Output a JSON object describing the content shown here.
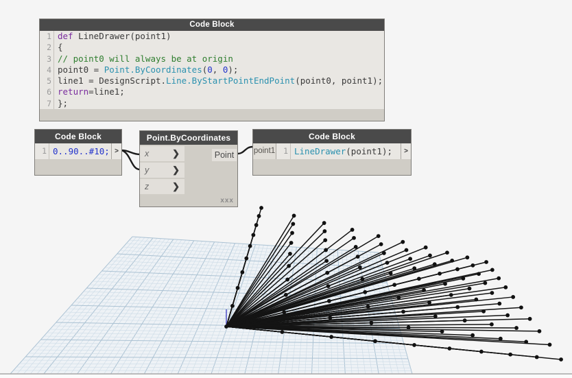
{
  "nodes": {
    "function_def": {
      "title": "Code Block",
      "lines": [
        [
          {
            "t": "def ",
            "c": "kw"
          },
          {
            "t": "LineDrawer(point1)",
            "c": "pl"
          }
        ],
        [
          {
            "t": "{",
            "c": "pl"
          }
        ],
        [
          {
            "t": "// point0 will always be at origin",
            "c": "cm"
          }
        ],
        [
          {
            "t": "point0 = ",
            "c": "pl"
          },
          {
            "t": "Point.ByCoordinates",
            "c": "ty"
          },
          {
            "t": "(",
            "c": "pl"
          },
          {
            "t": "0",
            "c": "nu"
          },
          {
            "t": ", ",
            "c": "pl"
          },
          {
            "t": "0",
            "c": "nu"
          },
          {
            "t": ");",
            "c": "pl"
          }
        ],
        [
          {
            "t": "line1 = DesignScript.",
            "c": "pl"
          },
          {
            "t": "Line.ByStartPointEndPoint",
            "c": "ty"
          },
          {
            "t": "(point0, point1);",
            "c": "pl"
          }
        ],
        [
          {
            "t": "return",
            "c": "kw"
          },
          {
            "t": "=line1;",
            "c": "pl"
          }
        ],
        [
          {
            "t": "};",
            "c": "pl"
          }
        ]
      ]
    },
    "range": {
      "title": "Code Block",
      "lines": [
        [
          {
            "t": "0..90..#10;",
            "c": "nu"
          }
        ]
      ],
      "output_label": ">"
    },
    "point_by_coordinates": {
      "title": "Point.ByCoordinates",
      "inputs": [
        {
          "label": "x"
        },
        {
          "label": "y"
        },
        {
          "label": "z"
        }
      ],
      "port_chevron": "❯",
      "output_label": "Point",
      "lacing": "xxx"
    },
    "line_drawer_call": {
      "title": "Code Block",
      "input_label": "point1",
      "lines": [
        [
          {
            "t": "LineDrawer",
            "c": "ty"
          },
          {
            "t": "(point1);",
            "c": "pl"
          }
        ]
      ],
      "output_label": ">"
    }
  },
  "syntax_colors": {
    "kw": "#7a2d9e",
    "cm": "#2f7e2f",
    "ty": "#2b91af",
    "nu": "#2233cc",
    "pl": "#3a3a3a"
  },
  "preview": {
    "type": "3d-geometry",
    "description": "100 lines from origin (0,0) to cross-laced points (x,y) with x,y each 0..90 step 10; a point is drawn at every line end",
    "x_values": [
      0,
      10,
      20,
      30,
      40,
      50,
      60,
      70,
      80,
      90
    ],
    "y_values": [
      0,
      10,
      20,
      30,
      40,
      50,
      60,
      70,
      80,
      90
    ],
    "line_color": "#141414",
    "point_color": "#111111",
    "axis_z_color": "#5050c8",
    "grid": {
      "fill": "#eef2f6",
      "minor_color": "#ccdbe6",
      "major_color": "#abc2d3",
      "edge_line_color": "#a8a8a8"
    }
  }
}
